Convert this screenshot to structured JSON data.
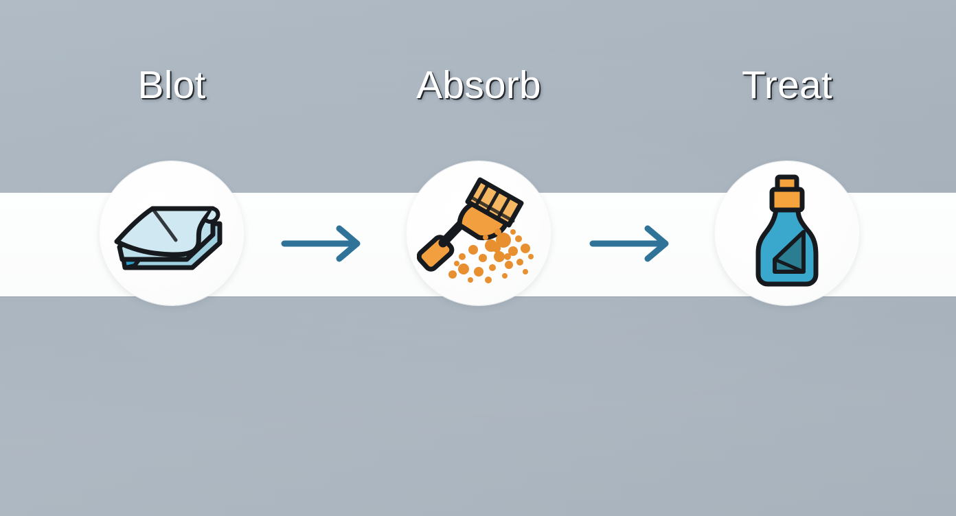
{
  "diagram": {
    "title_hidden": "",
    "background_color": "#aab5c0",
    "band_color": "#fcfdfd",
    "arrow_color": "#2f7399",
    "outline_color": "#16191d",
    "steps": [
      {
        "label": "Blot",
        "icon": "folded-cloth-icon",
        "icon_colors": {
          "cloth_light": "#cfe6ef",
          "cloth_mid": "#aed6e5",
          "cloth_deep": "#2a9ec4",
          "outline": "#16191d"
        }
      },
      {
        "label": "Absorb",
        "icon": "brush-sweeping-icon",
        "icon_colors": {
          "brush_orange": "#f2a03f",
          "brush_light": "#f6b763",
          "particle": "#e8902f",
          "outline": "#16191d"
        }
      },
      {
        "label": "Treat",
        "icon": "detergent-bottle-icon",
        "icon_colors": {
          "bottle_blue": "#3aa8cc",
          "bottle_shade": "#2f8fae",
          "label_teal": "#2b7e92",
          "cap_orange": "#f5a33c",
          "outline": "#16191d"
        }
      }
    ],
    "connectors": [
      {
        "name": "arrow-blot-to-absorb",
        "direction": "right"
      },
      {
        "name": "arrow-absorb-to-treat",
        "direction": "right"
      }
    ]
  }
}
